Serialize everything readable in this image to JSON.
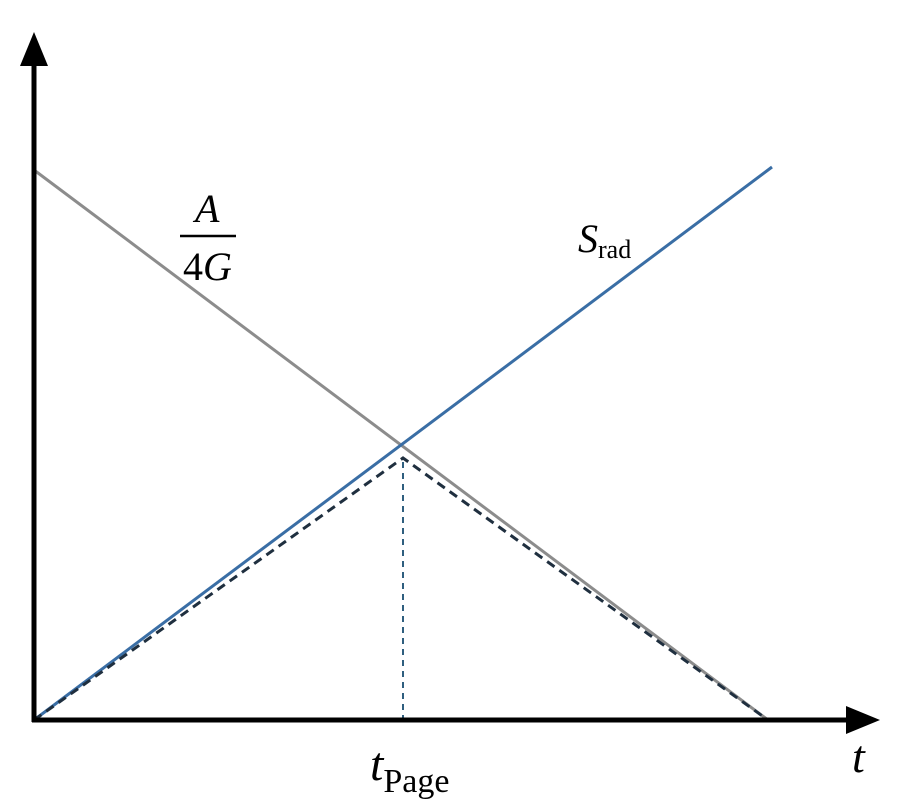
{
  "diagram": {
    "x_axis_label": "t",
    "page_time_label": {
      "main": "t",
      "subscript": "Page"
    },
    "area_label": {
      "numerator": "A",
      "denominator_coefficient": "4",
      "denominator_symbol": "G"
    },
    "radiation_label": {
      "main": "S",
      "subscript": "rad"
    }
  },
  "colors": {
    "axes": "#000000",
    "area_curve": "#8c8c8c",
    "radiation_curve": "#3a6ea5",
    "page_curve": "#1f2f3f",
    "page_marker": "#2f5f7f"
  }
}
